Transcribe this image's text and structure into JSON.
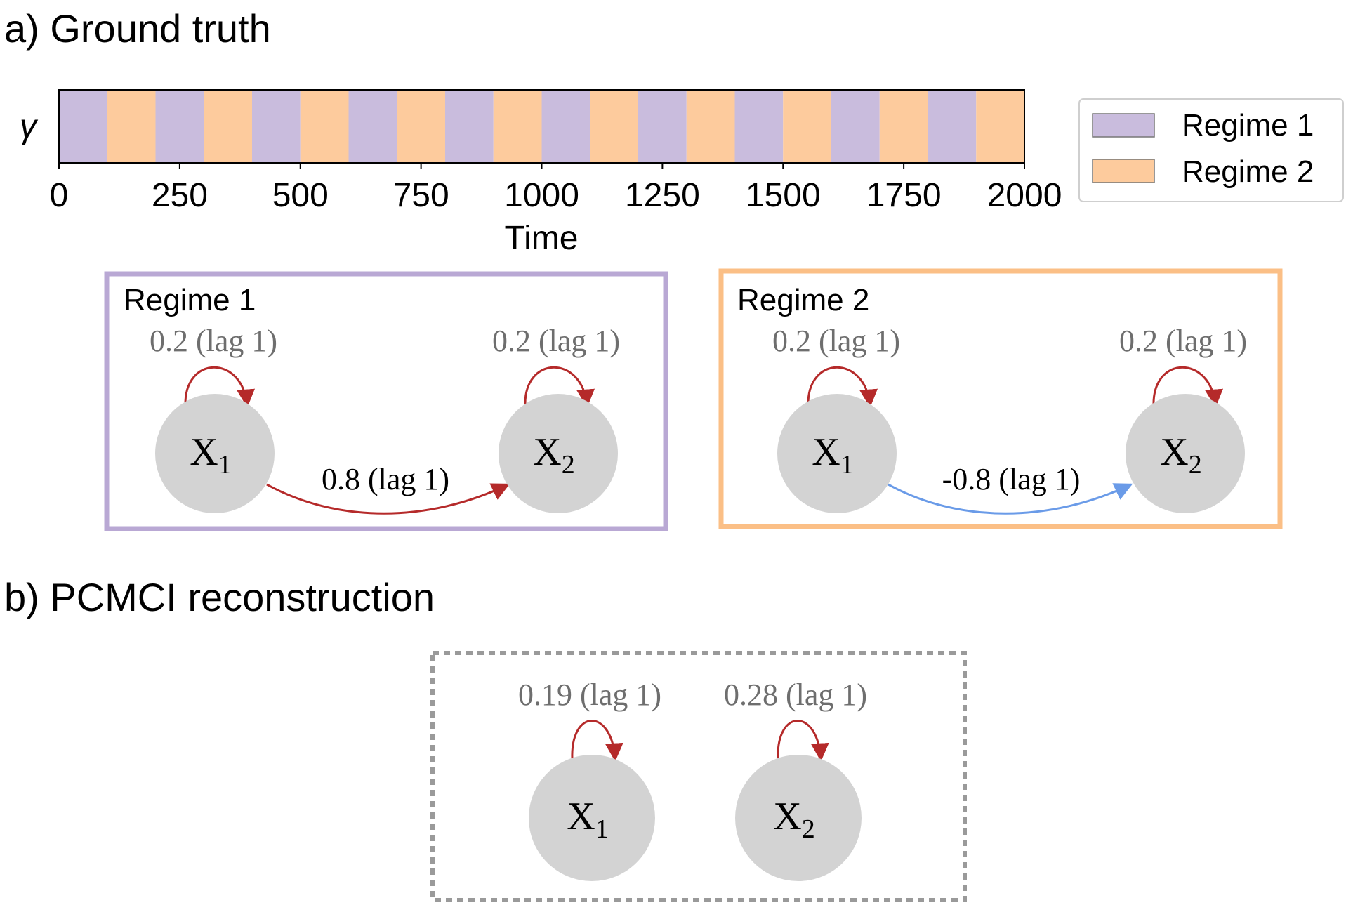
{
  "section_a": {
    "title": "a) Ground truth"
  },
  "timeline": {
    "y_label": "γ",
    "x_label": "Time",
    "x_range": [
      0,
      2000
    ],
    "ticks": [
      "0",
      "250",
      "500",
      "750",
      "1000",
      "1250",
      "1500",
      "1750",
      "2000"
    ],
    "segment_length": 100,
    "pattern": "alternating, starting with Regime 1",
    "legend": [
      {
        "label": "Regime 1",
        "color": "#c9bcdd"
      },
      {
        "label": "Regime 2",
        "color": "#fdcb9d"
      }
    ]
  },
  "chart_data": {
    "type": "bar",
    "orientation": "horizontal-segments",
    "xlabel": "Time",
    "ylabel": "γ",
    "xlim": [
      0,
      2000
    ],
    "x_ticks": [
      0,
      250,
      500,
      750,
      1000,
      1250,
      1500,
      1750,
      2000
    ],
    "segments": [
      {
        "start": 0,
        "end": 100,
        "regime": "Regime 1"
      },
      {
        "start": 100,
        "end": 200,
        "regime": "Regime 2"
      },
      {
        "start": 200,
        "end": 300,
        "regime": "Regime 1"
      },
      {
        "start": 300,
        "end": 400,
        "regime": "Regime 2"
      },
      {
        "start": 400,
        "end": 500,
        "regime": "Regime 1"
      },
      {
        "start": 500,
        "end": 600,
        "regime": "Regime 2"
      },
      {
        "start": 600,
        "end": 700,
        "regime": "Regime 1"
      },
      {
        "start": 700,
        "end": 800,
        "regime": "Regime 2"
      },
      {
        "start": 800,
        "end": 900,
        "regime": "Regime 1"
      },
      {
        "start": 900,
        "end": 1000,
        "regime": "Regime 2"
      },
      {
        "start": 1000,
        "end": 1100,
        "regime": "Regime 1"
      },
      {
        "start": 1100,
        "end": 1200,
        "regime": "Regime 2"
      },
      {
        "start": 1200,
        "end": 1300,
        "regime": "Regime 1"
      },
      {
        "start": 1300,
        "end": 1400,
        "regime": "Regime 2"
      },
      {
        "start": 1400,
        "end": 1500,
        "regime": "Regime 1"
      },
      {
        "start": 1500,
        "end": 1600,
        "regime": "Regime 2"
      },
      {
        "start": 1600,
        "end": 1700,
        "regime": "Regime 1"
      },
      {
        "start": 1700,
        "end": 1800,
        "regime": "Regime 2"
      },
      {
        "start": 1800,
        "end": 1900,
        "regime": "Regime 1"
      },
      {
        "start": 1900,
        "end": 2000,
        "regime": "Regime 2"
      }
    ],
    "legend": [
      "Regime 1",
      "Regime 2"
    ],
    "legend_position": "right"
  },
  "regime1": {
    "title": "Regime 1",
    "border_color": "#b9a8d4",
    "node1": {
      "main": "X",
      "sub": "1"
    },
    "node2": {
      "main": "X",
      "sub": "2"
    },
    "self_loop_1": "0.2 (lag 1)",
    "self_loop_2": "0.2 (lag 1)",
    "cross_edge": "0.8 (lag 1)",
    "cross_edge_color": "#b52a2a"
  },
  "regime2": {
    "title": "Regime 2",
    "border_color": "#fbbf86",
    "node1": {
      "main": "X",
      "sub": "1"
    },
    "node2": {
      "main": "X",
      "sub": "2"
    },
    "self_loop_1": "0.2 (lag 1)",
    "self_loop_2": "0.2 (lag 1)",
    "cross_edge": "-0.8 (lag 1)",
    "cross_edge_color": "#6a9be8"
  },
  "section_b": {
    "title": "b) PCMCI reconstruction"
  },
  "pcmci": {
    "border_color": "#9a9a9a",
    "node1": {
      "main": "X",
      "sub": "1"
    },
    "node2": {
      "main": "X",
      "sub": "2"
    },
    "self_loop_1": "0.19 (lag 1)",
    "self_loop_2": "0.28 (lag 1)"
  },
  "colors": {
    "node_fill": "#d3d3d3",
    "self_loop": "#b52a2a",
    "edge_label": "#6e6e6e"
  }
}
